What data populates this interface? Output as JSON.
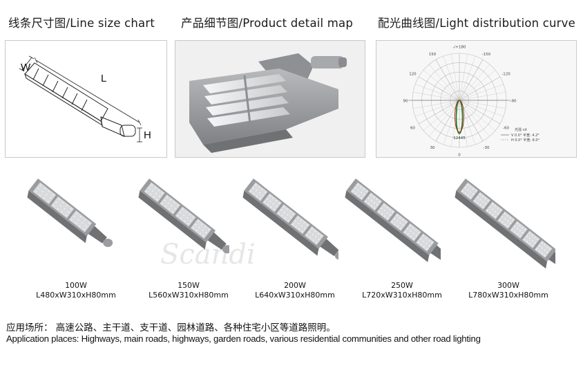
{
  "headings": {
    "line_size_chart": "线条尺寸图/Line size chart",
    "product_detail_map": "产品细节图/Product detail map",
    "light_distribution_curve": "配光曲线图/Light distribution curve"
  },
  "dimension_labels": {
    "w": "W",
    "l": "L",
    "h": "H"
  },
  "polar_chart": {
    "angle_labels": [
      "-/+180",
      "150",
      "-150",
      "120",
      "-120",
      "90",
      "-90",
      "60",
      "-60",
      "30",
      "-30",
      "0"
    ],
    "center_value": "12445",
    "legend_title": "光强 cd",
    "legend_lines": [
      "V 0.0°  半宽: 4.2°",
      "H 0.0°  半宽: 6.0°"
    ]
  },
  "lamps": [
    {
      "power": "100W",
      "size": "L480xW310xH80mm",
      "modules": 3
    },
    {
      "power": "150W",
      "size": "L560xW310xH80mm",
      "modules": 4
    },
    {
      "power": "200W",
      "size": "L640xW310xH80mm",
      "modules": 5
    },
    {
      "power": "250W",
      "size": "L720xW310xH80mm",
      "modules": 6
    },
    {
      "power": "300W",
      "size": "L780xW310xH80mm",
      "modules": 7
    }
  ],
  "application": {
    "cn": "应用场所：  高速公路、主干道、支干道、园林道路、各种住宅小区等道路照明。",
    "en": "Application places: Highways, main roads, highways, garden roads, various residential communities and other road lighting"
  },
  "watermark": "Scandi",
  "colors": {
    "housing": "#9a9c9f",
    "housing_dark": "#6f7173",
    "led_panel": "#d8dadc",
    "curve_v": "#1a7a1a",
    "curve_h": "#b03020",
    "grid": "#bdbdbd"
  }
}
